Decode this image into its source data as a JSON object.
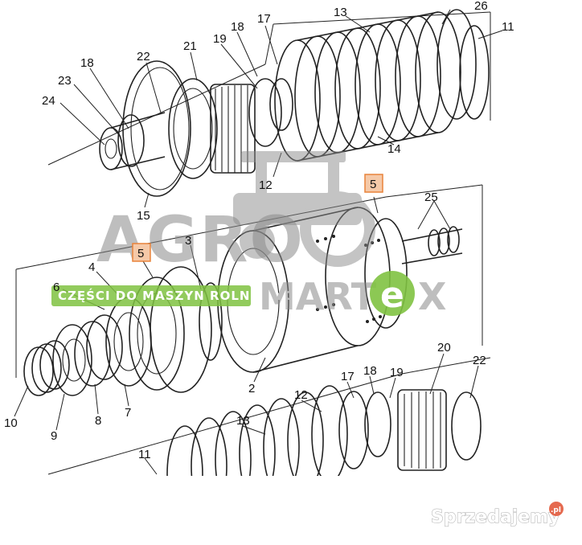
{
  "watermark": {
    "brand_left": "AGRO",
    "brand_right_prefix": "MART",
    "brand_right_e": "e",
    "brand_right_suffix": "X",
    "banner": "CZĘŚCI DO MASZYN ROLNICZYCH",
    "site": "Sprzedajemy",
    "site_badge": ".pl",
    "brand_color": "#7fc241"
  },
  "callouts_top": [
    "26",
    "11",
    "13",
    "17",
    "18",
    "19",
    "21",
    "22",
    "18",
    "23",
    "24",
    "12",
    "14",
    "15"
  ],
  "callouts_highlighted": [
    "5",
    "5"
  ],
  "callouts_middle": [
    "25",
    "4",
    "6",
    "3",
    "10",
    "9",
    "8",
    "7",
    "2"
  ],
  "callouts_bottom": [
    "20",
    "22",
    "17",
    "18",
    "19",
    "12",
    "13",
    "11"
  ],
  "highlight_color": "#e8833a"
}
